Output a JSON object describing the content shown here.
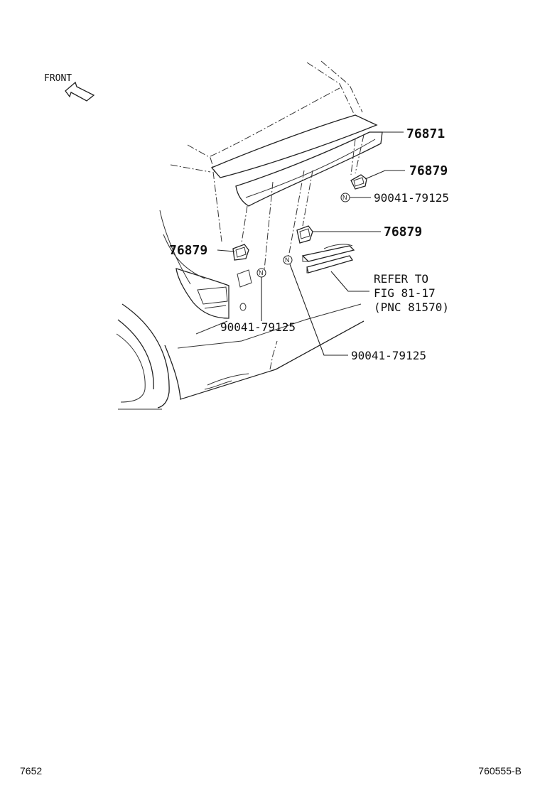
{
  "diagram": {
    "front_label": "FRONT",
    "parts": [
      {
        "id": "spoiler",
        "number": "76871"
      },
      {
        "id": "bracket_upper_right",
        "number": "76879"
      },
      {
        "id": "clip_upper_right",
        "number": "90041-79125"
      },
      {
        "id": "bracket_mid_right",
        "number": "76879"
      },
      {
        "id": "bracket_left",
        "number": "76879"
      },
      {
        "id": "clip_left",
        "number": "90041-79125"
      },
      {
        "id": "clip_lower_right",
        "number": "90041-79125"
      }
    ],
    "clip_marker": "N",
    "refer": {
      "line1": "REFER TO",
      "line2": "FIG 81-17",
      "line3": "(PNC 81570)"
    },
    "footer": {
      "left": "7652",
      "right": "760555-B"
    }
  }
}
